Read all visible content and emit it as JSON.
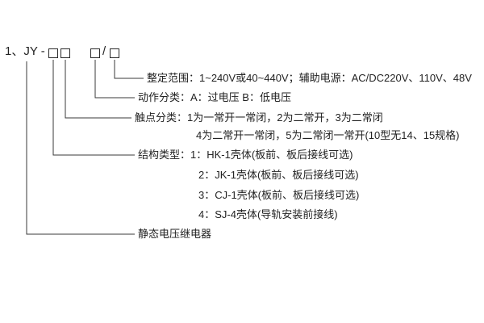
{
  "model": {
    "prefix": "1、JY - ",
    "slash": "/"
  },
  "descriptions": {
    "setting_range": "整定范围：1~240V或40~440V；辅助电源：AC/DC220V、110V、48V",
    "action_class": "动作分类：A：过电压   B：低电压",
    "contact_class_line1": "触点分类：1为一常开一常闭，2为二常开，3为二常闭",
    "contact_class_line2": "4为二常开一常闭，5为二常闭一常开(10型无14、15规格)",
    "structure_type_line1": "结构类型：1：HK-1壳体(板前、板后接线可选)",
    "structure_type_line2": "2：JK-1壳体(板前、板后接线可选)",
    "structure_type_line3": "3：CJ-1壳体(板前、板后接线可选)",
    "structure_type_line4": "4：SJ-4壳体(导轨安装前接线)",
    "product_name": "静态电压继电器"
  },
  "colors": {
    "line": "#3a3a3a",
    "text": "#222222"
  }
}
